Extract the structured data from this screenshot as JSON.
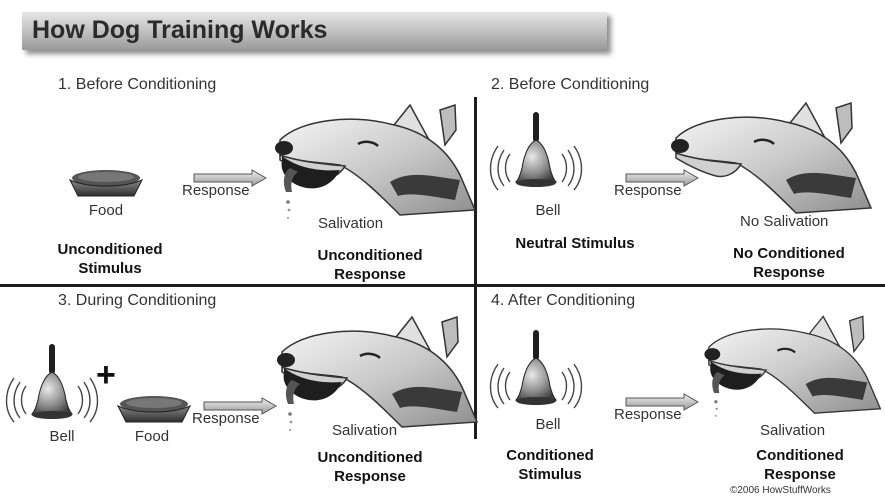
{
  "title": "How Dog Training Works",
  "panels": [
    {
      "title": "1. Before Conditioning",
      "stimulus_label": "Food",
      "stimulus_type": [
        "Unconditioned",
        "Stimulus"
      ],
      "arrow_label": "Response",
      "dog_state": "Salivation",
      "response_type": [
        "Unconditioned",
        "Response"
      ]
    },
    {
      "title": "2. Before Conditioning",
      "stimulus_label": "Bell",
      "stimulus_type": [
        "Neutral Stimulus"
      ],
      "arrow_label": "Response",
      "dog_state": "No Salivation",
      "response_type": [
        "No Conditioned",
        "Response"
      ]
    },
    {
      "title": "3. During Conditioning",
      "stimulus_label": "Bell",
      "stimulus_label_2": "Food",
      "plus": "+",
      "arrow_label": "Response",
      "dog_state": "Salivation",
      "response_type": [
        "Unconditioned",
        "Response"
      ]
    },
    {
      "title": "4. After Conditioning",
      "stimulus_label": "Bell",
      "stimulus_type": [
        "Conditioned",
        "Stimulus"
      ],
      "arrow_label": "Response",
      "dog_state": "Salivation",
      "response_type": [
        "Conditioned",
        "Response"
      ]
    }
  ],
  "copyright": "©2006 HowStuffWorks",
  "icons": [
    "food-bowl-icon",
    "bell-icon",
    "dog-head-icon",
    "arrow-right-icon"
  ]
}
